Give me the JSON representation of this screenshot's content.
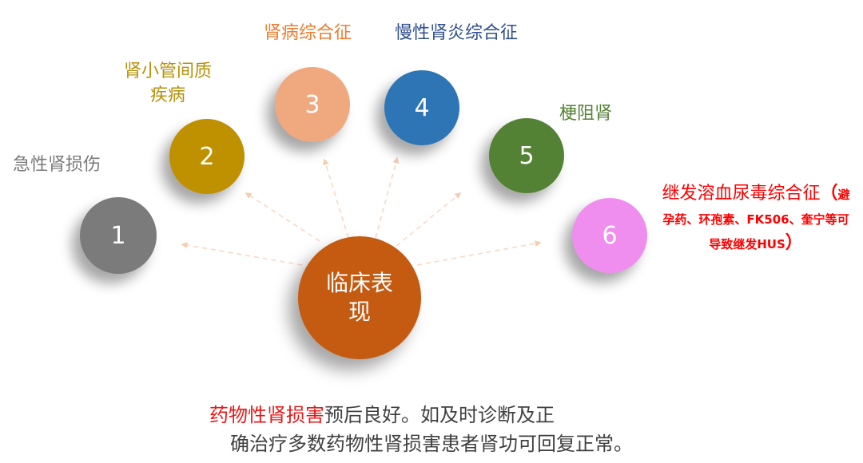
{
  "diagram": {
    "center": {
      "label_line1": "临床表",
      "label_line2": "现",
      "color": "#c55a11"
    },
    "items": [
      {
        "number": "1",
        "label": "急性肾损伤",
        "color": "#7b7b7b",
        "label_color": "#7a7a7a"
      },
      {
        "number": "2",
        "label": "肾小管间质疾病",
        "label_line1": "肾小管间质",
        "label_line2": "疾病",
        "color": "#bf9000",
        "label_color": "#b8900a"
      },
      {
        "number": "3",
        "label": "肾病综合征",
        "color": "#f0a97f",
        "label_color": "#ed7d31"
      },
      {
        "number": "4",
        "label": "慢性肾炎综合征",
        "color": "#2e75b6",
        "label_color": "#2f4f8f"
      },
      {
        "number": "5",
        "label": "梗阻肾",
        "color": "#548235",
        "label_color": "#548235"
      },
      {
        "number": "6",
        "label_main": "继发溶血尿毒综合征",
        "label_paren_open": "（",
        "label_small_1": "避",
        "label_small_2": "孕药、环孢素、FK506、奎宁等可",
        "label_small_3": "导致继发HUS",
        "label_paren_close": "）",
        "color": "#f08ef0",
        "label_color": "#ff0000"
      }
    ],
    "arrow_color": "#f4cdb4"
  },
  "footer": {
    "highlight": "药物性肾损害",
    "line1_rest": "预后良好。如及时诊断及正",
    "line2": "确治疗多数药物性肾损害患者肾功可回复正常。",
    "highlight_color": "#e81818",
    "text_color": "#404040"
  }
}
